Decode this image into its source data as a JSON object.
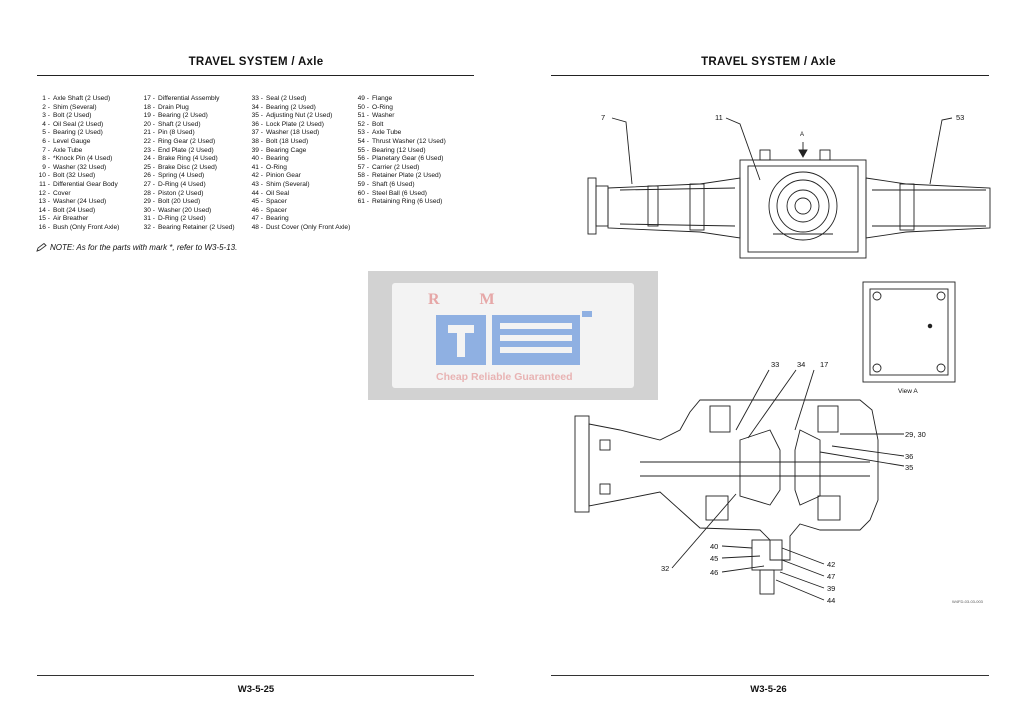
{
  "left_page": {
    "header": "TRAVEL SYSTEM / Axle",
    "footer": "W3-5-25",
    "parts_columns": [
      [
        {
          "num": "1 -",
          "text": "Axle Shaft (2 Used)"
        },
        {
          "num": "2 -",
          "text": "Shim (Several)"
        },
        {
          "num": "3 -",
          "text": "Bolt (2 Used)"
        },
        {
          "num": "4 -",
          "text": "Oil Seal (2 Used)"
        },
        {
          "num": "5 -",
          "text": "Bearing (2 Used)"
        },
        {
          "num": "6 -",
          "text": "Level Gauge"
        },
        {
          "num": "7 -",
          "text": "Axle Tube"
        },
        {
          "num": "8 -",
          "text": "*Knock Pin (4 Used)"
        },
        {
          "num": "9 -",
          "text": "Washer (32 Used)"
        },
        {
          "num": "10 -",
          "text": "Bolt (32 Used)"
        },
        {
          "num": "11 -",
          "text": "Differential Gear Body"
        },
        {
          "num": "12 -",
          "text": "Cover"
        },
        {
          "num": "13 -",
          "text": "Washer (24 Used)"
        },
        {
          "num": "14 -",
          "text": "Bolt (24 Used)"
        },
        {
          "num": "15 -",
          "text": "Air Breather"
        },
        {
          "num": "16 -",
          "text": "Bush (Only Front Axle)"
        }
      ],
      [
        {
          "num": "17 -",
          "text": "Differential Assembly"
        },
        {
          "num": "18 -",
          "text": "Drain Plug"
        },
        {
          "num": "19 -",
          "text": "Bearing (2 Used)"
        },
        {
          "num": "20 -",
          "text": "Shaft (2 Used)"
        },
        {
          "num": "21 -",
          "text": "Pin (8 Used)"
        },
        {
          "num": "22 -",
          "text": "Ring Gear (2 Used)"
        },
        {
          "num": "23 -",
          "text": "End Plate (2 Used)"
        },
        {
          "num": "24 -",
          "text": "Brake Ring (4 Used)"
        },
        {
          "num": "25 -",
          "text": "Brake Disc (2 Used)"
        },
        {
          "num": "26 -",
          "text": "Spring (4 Used)"
        },
        {
          "num": "27 -",
          "text": "D-Ring (4 Used)"
        },
        {
          "num": "28 -",
          "text": "Piston (2 Used)"
        },
        {
          "num": "29 -",
          "text": "Bolt (20 Used)"
        },
        {
          "num": "30 -",
          "text": "Washer (20 Used)"
        },
        {
          "num": "31 -",
          "text": "D-Ring (2 Used)"
        },
        {
          "num": "32 -",
          "text": "Bearing Retainer (2 Used)"
        }
      ],
      [
        {
          "num": "33 -",
          "text": "Seal (2 Used)"
        },
        {
          "num": "34 -",
          "text": "Bearing (2 Used)"
        },
        {
          "num": "35 -",
          "text": "Adjusting Nut (2 Used)"
        },
        {
          "num": "36 -",
          "text": "Lock Plate (2 Used)"
        },
        {
          "num": "37 -",
          "text": "Washer (18 Used)"
        },
        {
          "num": "38 -",
          "text": "Bolt (18 Used)"
        },
        {
          "num": "39 -",
          "text": "Bearing Cage"
        },
        {
          "num": "40 -",
          "text": "Bearing"
        },
        {
          "num": "41 -",
          "text": "O-Ring"
        },
        {
          "num": "42 -",
          "text": "Pinion Gear"
        },
        {
          "num": "43 -",
          "text": "Shim (Several)"
        },
        {
          "num": "44 -",
          "text": "Oil Seal"
        },
        {
          "num": "45 -",
          "text": "Spacer"
        },
        {
          "num": "46 -",
          "text": "Spacer"
        },
        {
          "num": "47 -",
          "text": "Bearing"
        },
        {
          "num": "48 -",
          "text": "Dust Cover (Only Front Axle)"
        }
      ],
      [
        {
          "num": "49 -",
          "text": "Flange"
        },
        {
          "num": "50 -",
          "text": "O-Ring"
        },
        {
          "num": "51 -",
          "text": "Washer"
        },
        {
          "num": "52 -",
          "text": "Bolt"
        },
        {
          "num": "53 -",
          "text": "Axle Tube"
        },
        {
          "num": "54 -",
          "text": "Thrust Washer (12 Used)"
        },
        {
          "num": "55 -",
          "text": "Bearing (12 Used)"
        },
        {
          "num": "56 -",
          "text": "Planetary Gear (6 Used)"
        },
        {
          "num": "57 -",
          "text": "Carrier (2 Used)"
        },
        {
          "num": "58 -",
          "text": "Retainer Plate (2 Used)"
        },
        {
          "num": "59 -",
          "text": "Shaft (6 Used)"
        },
        {
          "num": "60 -",
          "text": "Steel Ball (6 Used)"
        },
        {
          "num": "61 -",
          "text": "Retaining Ring (6 Used)"
        }
      ]
    ],
    "note": "NOTE: As for the parts with mark *, refer to W3-5-13.",
    "watermark_logo": "R M",
    "watermark_text": "Cheap Reliable Guaranteed"
  },
  "right_page": {
    "header": "TRAVEL SYSTEM / Axle",
    "footer": "W3-5-26",
    "labels": {
      "l7": "7",
      "l11": "11",
      "l53": "53",
      "lA": "A",
      "l33": "33",
      "l34": "34",
      "l17": "17",
      "l2930": "29, 30",
      "l36": "36",
      "l35": "35",
      "l32": "32",
      "l40": "40",
      "l45": "45",
      "l46": "46",
      "l42": "42",
      "l47": "47",
      "l39": "39",
      "l44": "44"
    },
    "view_label": "View A",
    "figure_id": "W4FD-03-03-003"
  }
}
